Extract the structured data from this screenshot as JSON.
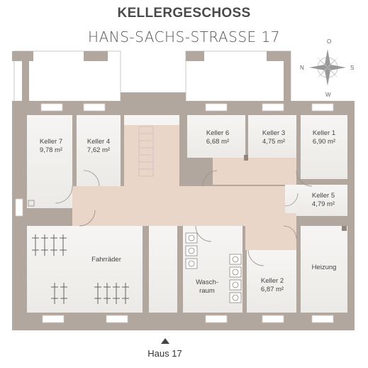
{
  "header": {
    "title": "KELLERGESCHOSS",
    "subtitle": "HANS-SACHS-STRASSE 17"
  },
  "compass": {
    "n": "N",
    "o": "O",
    "s": "S",
    "w": "W"
  },
  "rooms": [
    {
      "name": "Keller 7",
      "area": "9,78 m²"
    },
    {
      "name": "Keller 4",
      "area": "7,62 m²"
    },
    {
      "name": "Keller 6",
      "area": "6,68 m²"
    },
    {
      "name": "Keller 3",
      "area": "4,75 m²"
    },
    {
      "name": "Keller 1",
      "area": "6,90 m²"
    },
    {
      "name": "Keller 5",
      "area": "4,79 m²"
    },
    {
      "name": "Fahrräder",
      "area": ""
    },
    {
      "name": "Wasch-",
      "area": "raum"
    },
    {
      "name": "Keller 2",
      "area": "6,87 m²"
    },
    {
      "name": "Heizung",
      "area": ""
    }
  ],
  "entrance": {
    "label": "Haus 17"
  },
  "colors": {
    "wall": "#b2a79f",
    "floor": "#f4f2ef",
    "corridor": "#ead5c9",
    "text": "#444444"
  }
}
